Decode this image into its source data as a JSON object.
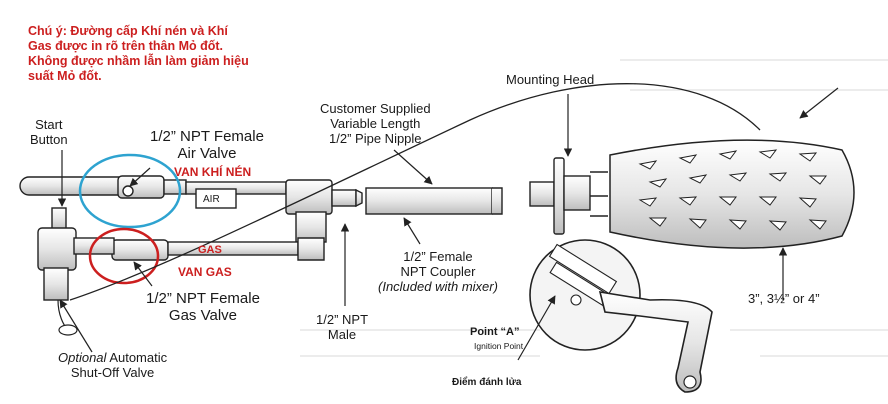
{
  "note": {
    "line1": "Chú ý: Đường cấp Khí nén và Khí",
    "line2": "Gas được in rõ trên thân Mỏ đốt.",
    "line3": "Không được nhầm lẫn làm giảm hiệu",
    "line4": "suất Mỏ đốt."
  },
  "labels": {
    "start_button_1": "Start",
    "start_button_2": "Button",
    "air_valve_1": "1/2” NPT Female",
    "air_valve_2": "Air Valve",
    "van_khi_nen": "VAN KHÍ NÉN",
    "air_body": "AIR",
    "gas_body": "GAS",
    "van_gas": "VAN GAS",
    "gas_valve_1": "1/2” NPT Female",
    "gas_valve_2": "Gas Valve",
    "shutoff_1a": "Optional",
    "shutoff_1b": " Automatic",
    "shutoff_2": "Shut-Off Valve",
    "npt_male_1": "1/2” NPT",
    "npt_male_2": "Male",
    "pipe_1": "Customer Supplied",
    "pipe_2": "Variable Length",
    "pipe_3": "1/2” Pipe Nipple",
    "coupler_1": "1/2” Female",
    "coupler_2": "NPT Coupler",
    "coupler_3": "(Included with mixer)",
    "mounting_head": "Mounting Head",
    "point_a": "Point “A”",
    "ignition_point": "Ignition Point",
    "diem_danh_lua": "Điểm đánh lửa",
    "sizes": "3”, 3½” or 4”"
  },
  "colors": {
    "note_text": "#cc1f1f",
    "air_circle": "#2ea3d0",
    "gas_circle": "#cc1f1f",
    "line": "#222222"
  }
}
